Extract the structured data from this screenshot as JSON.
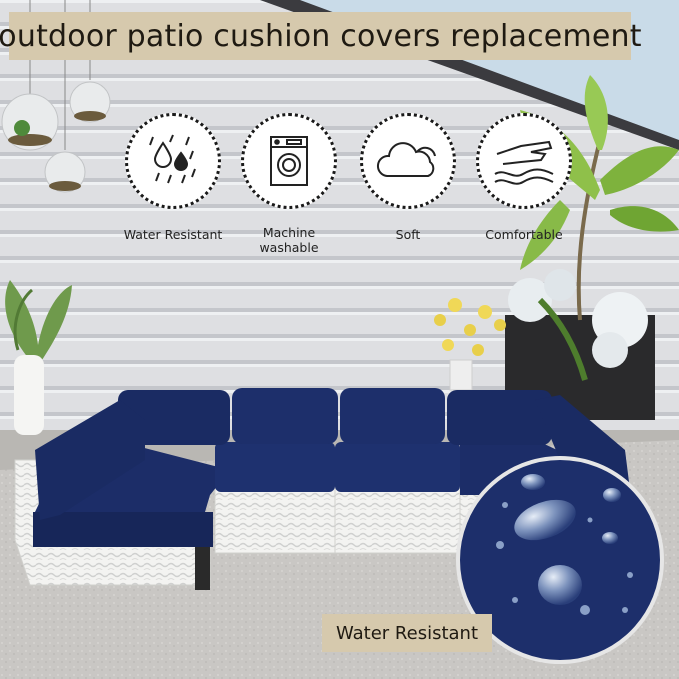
{
  "title": "outdoor patio cushion covers replacement",
  "features": [
    {
      "icon": "water-drops-icon",
      "label": "Water Resistant"
    },
    {
      "icon": "washing-machine-icon",
      "label": "Machine washable"
    },
    {
      "icon": "cloud-icon",
      "label": "Soft"
    },
    {
      "icon": "hand-touch-icon",
      "label": "Comfortable"
    }
  ],
  "badge": {
    "label": "Water Resistant"
  },
  "colors": {
    "banner": "#d6c9ad",
    "cushion": "#1d2f6b",
    "wicker": "#f2f2ef",
    "siding": "#dcdcde"
  }
}
